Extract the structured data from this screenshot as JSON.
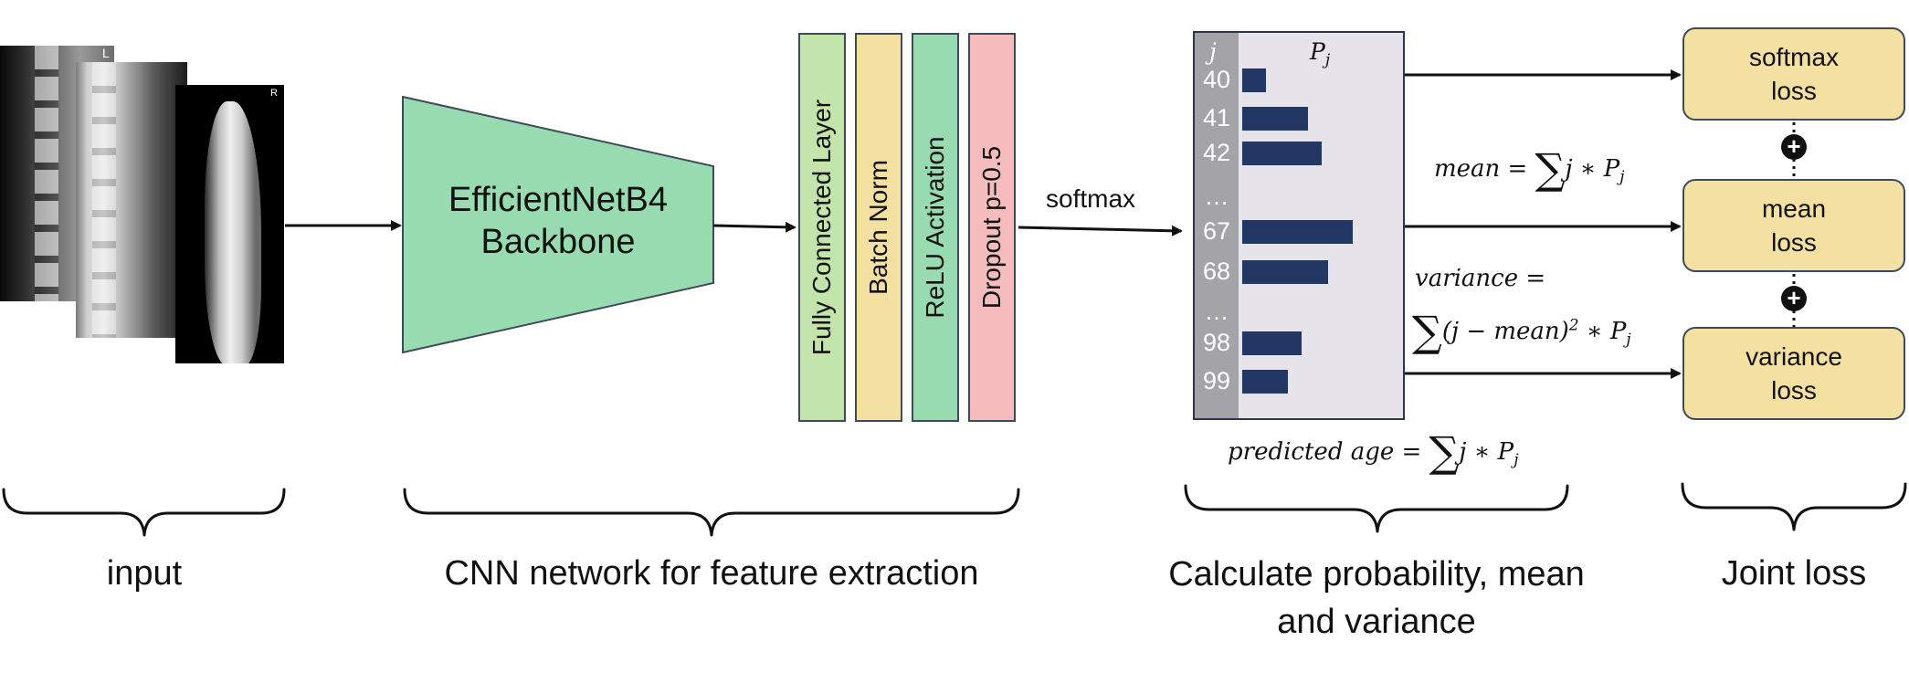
{
  "backbone": {
    "line1": "EfficientNetB4",
    "line2": "Backbone"
  },
  "xray_markers": {
    "left_image": "L",
    "right_image": "R"
  },
  "layers": [
    {
      "label": "Fully Connected Layer",
      "color": "#c3e5ab"
    },
    {
      "label": "Batch Norm",
      "color": "#f4e0a1"
    },
    {
      "label": "ReLU Activation",
      "color": "#99dbb0"
    },
    {
      "label": "Dropout p=0.5",
      "color": "#f4bcbc"
    }
  ],
  "arrow_label": "softmax",
  "table": {
    "header_j": "j",
    "header_p": "P",
    "header_p_sub": "j",
    "rows": [
      {
        "j": "40",
        "p": 0.21
      },
      {
        "j": "41",
        "p": 0.59
      },
      {
        "j": "42",
        "p": 0.71
      },
      {
        "j": "…",
        "p": null
      },
      {
        "j": "67",
        "p": 0.99
      },
      {
        "j": "68",
        "p": 0.77
      },
      {
        "j": "…",
        "p": null
      },
      {
        "j": "98",
        "p": 0.53
      },
      {
        "j": "99",
        "p": 0.41
      }
    ],
    "colors": {
      "bar": "#223764",
      "panel": "#e6e4ea",
      "index_column": "#a4a4a8"
    }
  },
  "formulas": {
    "mean_lhs": "mean =",
    "mean_rhs": "j ∗ P",
    "mean_sub": "j",
    "variance_lhs": "variance =",
    "variance_rhs_a": "(j  − mean)",
    "variance_sup": "2",
    "variance_rhs_b": " ∗ P",
    "variance_sub": "j",
    "predicted_lhs": "predicted age =",
    "predicted_rhs": "j  ∗ P",
    "predicted_sub": "j",
    "sigma": "∑"
  },
  "losses": [
    {
      "label": "softmax\nloss"
    },
    {
      "label": "mean\nloss"
    },
    {
      "label": "variance\nloss"
    }
  ],
  "plus_symbol": "+",
  "captions": {
    "input": "input",
    "cnn": "CNN network for feature extraction",
    "calc_line1": "Calculate probability, mean",
    "calc_line2": "and variance",
    "joint": "Joint loss"
  }
}
